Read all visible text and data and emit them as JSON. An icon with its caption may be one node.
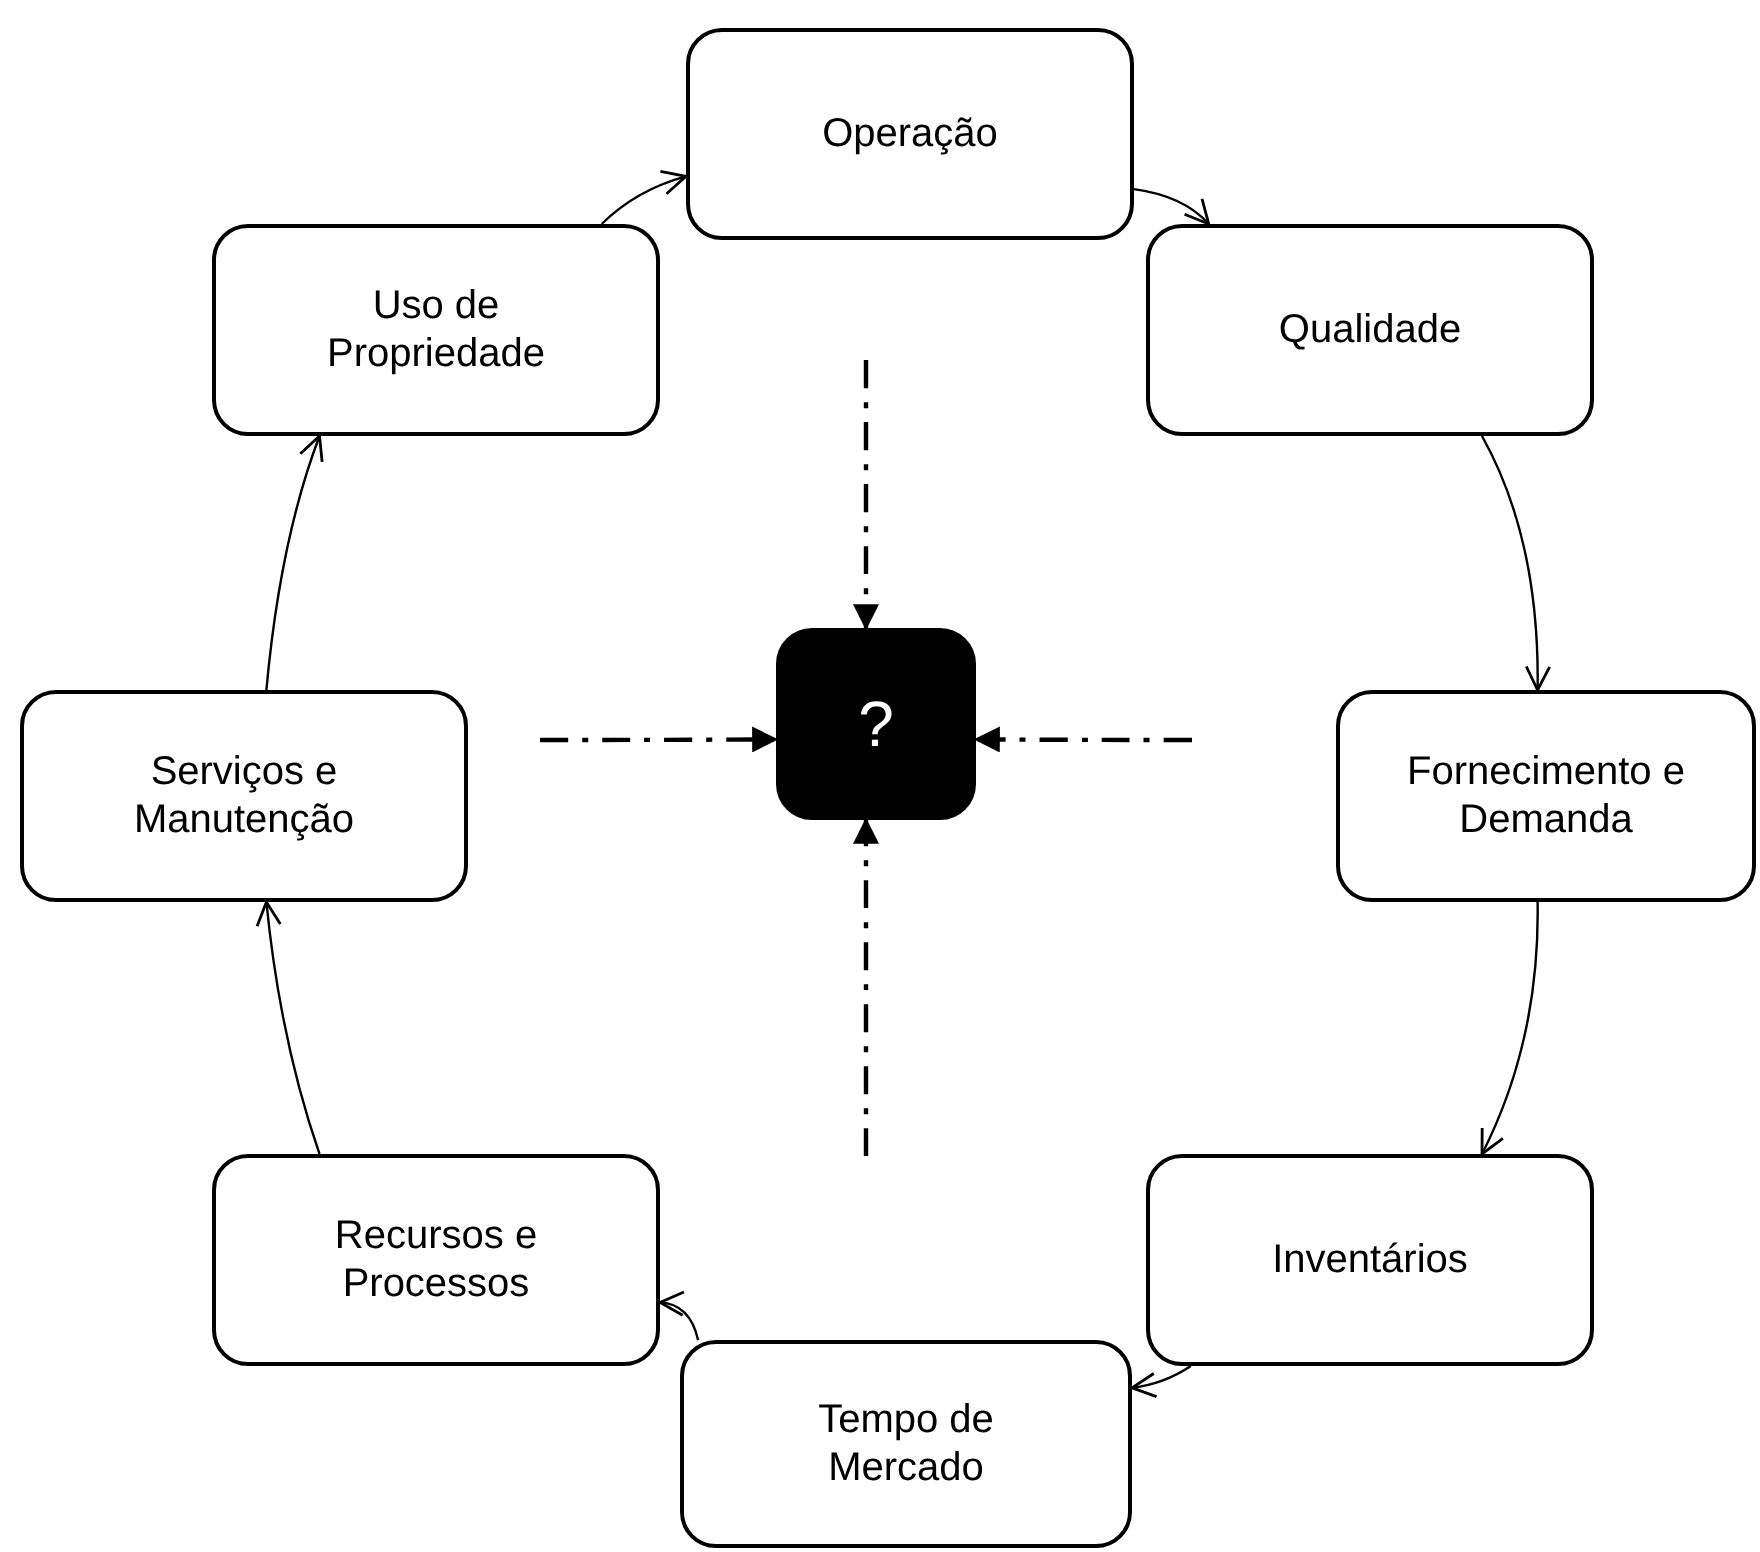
{
  "diagram": {
    "nodes": [
      {
        "text": [
          "Operação"
        ]
      },
      {
        "text": [
          "Uso de Propriedade"
        ]
      },
      {
        "text": [
          "Qualidade"
        ]
      },
      {
        "text": [
          "?"
        ]
      },
      {
        "text": [
          "Serviços e Manutenção"
        ]
      },
      {
        "text": [
          "Fornecimento e Demanda"
        ]
      },
      {
        "text": [
          "Recursos e Processos"
        ]
      },
      {
        "text": [
          "Inventários"
        ]
      },
      {
        "text": [
          "Tempo de Mercado"
        ]
      }
    ],
    "edges": [
      {
        "from": 1,
        "to": 0,
        "arrow": "to"
      },
      {
        "from": 0,
        "to": 2,
        "arrow": "to"
      },
      {
        "from": 2,
        "to": 5,
        "arrow": "to"
      },
      {
        "from": 5,
        "to": 7,
        "arrow": "to"
      },
      {
        "from": 7,
        "to": 8,
        "arrow": "to"
      },
      {
        "from": 8,
        "to": 6,
        "arrow": "to"
      },
      {
        "from": 6,
        "to": 4,
        "arrow": "to"
      },
      {
        "from": 4,
        "to": 1,
        "arrow": "to"
      },
      {
        "from": null,
        "to": 3,
        "arrow": "to",
        "style": "dashed"
      },
      {
        "from": null,
        "to": 3,
        "arrow": "to",
        "style": "dashed"
      },
      {
        "from": null,
        "to": 3,
        "arrow": "to",
        "style": "dashed"
      },
      {
        "from": null,
        "to": 3,
        "arrow": "to",
        "style": "dashed"
      }
    ]
  }
}
